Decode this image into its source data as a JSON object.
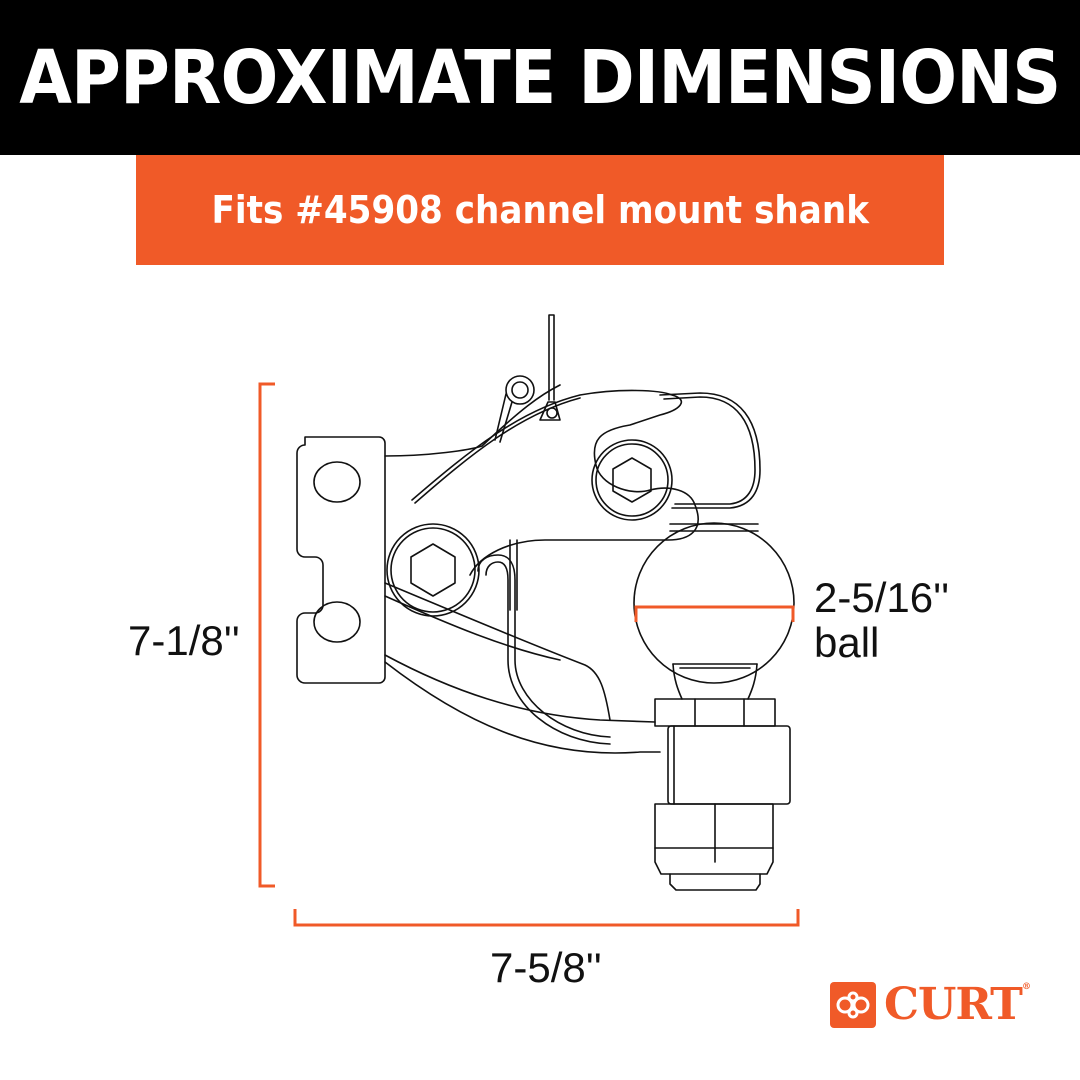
{
  "header": {
    "title": "APPROXIMATE DIMENSIONS"
  },
  "banner": {
    "text": "Fits #45908 channel mount shank"
  },
  "dimensions": {
    "height": "7-1/8''",
    "width": "7-5/8''",
    "ball_size": "2-5/16''",
    "ball_label": "ball"
  },
  "brand": {
    "name": "CURT",
    "registered": "®"
  },
  "colors": {
    "header_bg": "#000000",
    "accent": "#f05a28",
    "line": "#111111",
    "background": "#ffffff"
  },
  "icons": {
    "logo_mark": "curt-interlocking-rings-icon",
    "drawing": "pintle-hitch-combo-line-drawing"
  }
}
